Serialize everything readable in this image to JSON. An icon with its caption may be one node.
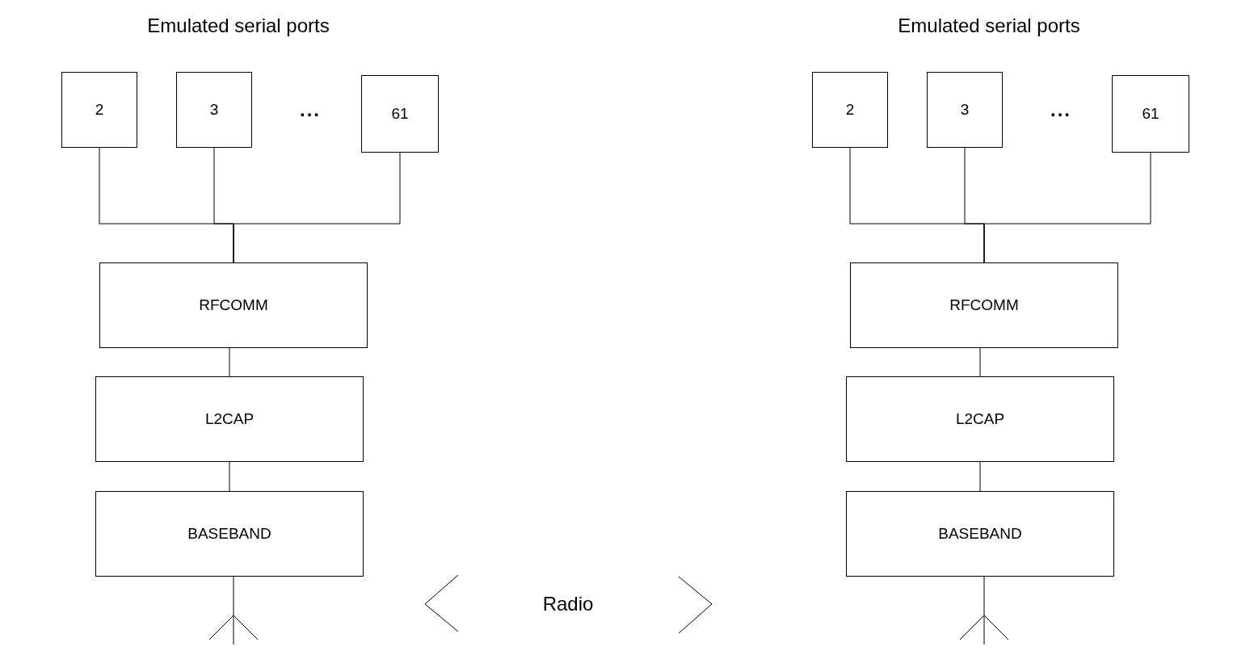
{
  "diagram": {
    "nodes": [
      {
        "text": [
          "2"
        ]
      },
      {
        "text": [
          "3"
        ]
      },
      {
        "text": [
          "61"
        ]
      },
      {
        "text": [
          "RFCOMM"
        ]
      },
      {
        "text": [
          "L2CAP"
        ]
      },
      {
        "text": [
          "BASEBAND"
        ]
      },
      {
        "text": [],
        "shape": "antenna"
      },
      {
        "text": [
          "2"
        ]
      },
      {
        "text": [
          "3"
        ]
      },
      {
        "text": [
          "61"
        ]
      },
      {
        "text": [
          "RFCOMM"
        ]
      },
      {
        "text": [
          "L2CAP"
        ]
      },
      {
        "text": [
          "BASEBAND"
        ]
      },
      {
        "text": [],
        "shape": "antenna"
      }
    ],
    "edges": [
      {
        "from": 0,
        "to": 3,
        "arrow": "none"
      },
      {
        "from": 1,
        "to": 3,
        "arrow": "none"
      },
      {
        "from": 2,
        "to": 3,
        "arrow": "none"
      },
      {
        "from": 3,
        "to": 4,
        "arrow": "none"
      },
      {
        "from": 4,
        "to": 5,
        "arrow": "none"
      },
      {
        "from": 5,
        "to": 6,
        "arrow": "none"
      },
      {
        "from": 7,
        "to": 10,
        "arrow": "none"
      },
      {
        "from": 8,
        "to": 10,
        "arrow": "none"
      },
      {
        "from": 9,
        "to": 10,
        "arrow": "none"
      },
      {
        "from": 10,
        "to": 11,
        "arrow": "none"
      },
      {
        "from": 11,
        "to": 12,
        "arrow": "none"
      },
      {
        "from": 12,
        "to": 13,
        "arrow": "none"
      }
    ],
    "labels": [
      "Emulated serial ports",
      "Emulated serial ports",
      "...",
      "...",
      "Radio"
    ]
  }
}
